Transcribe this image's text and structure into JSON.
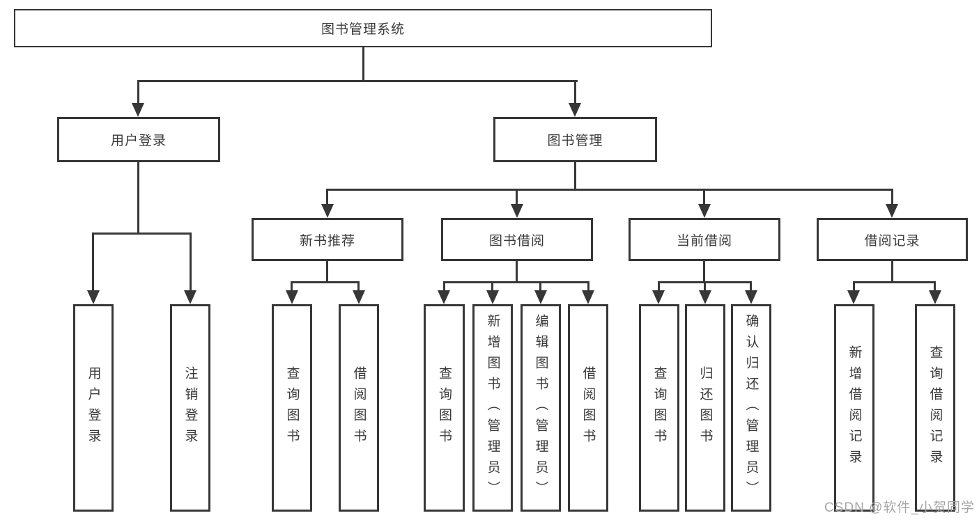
{
  "colors": {
    "line": "#373737",
    "box_border": "#373737",
    "text": "#3a3a3a",
    "watermark": "#a6a6a6",
    "background": "#ffffff"
  },
  "watermark": {
    "text": "CSDN @软件_小贺同学"
  },
  "tree": {
    "root": {
      "label": "图书管理系统",
      "children": [
        {
          "label": "用户登录",
          "children": [
            {
              "label": "用户登录"
            },
            {
              "label": "注销登录"
            }
          ]
        },
        {
          "label": "图书管理",
          "children": [
            {
              "label": "新书推荐",
              "children": [
                {
                  "label": "查询图书"
                },
                {
                  "label": "借阅图书"
                }
              ]
            },
            {
              "label": "图书借阅",
              "children": [
                {
                  "label": "查询图书"
                },
                {
                  "label": "新增图书（管理员）"
                },
                {
                  "label": "编辑图书（管理员）"
                },
                {
                  "label": "借阅图书"
                }
              ]
            },
            {
              "label": "当前借阅",
              "children": [
                {
                  "label": "查询图书"
                },
                {
                  "label": "归还图书"
                },
                {
                  "label": "确认归还（管理员）"
                }
              ]
            },
            {
              "label": "借阅记录",
              "children": [
                {
                  "label": "新增借阅记录"
                },
                {
                  "label": "查询借阅记录"
                }
              ]
            }
          ]
        }
      ]
    }
  }
}
